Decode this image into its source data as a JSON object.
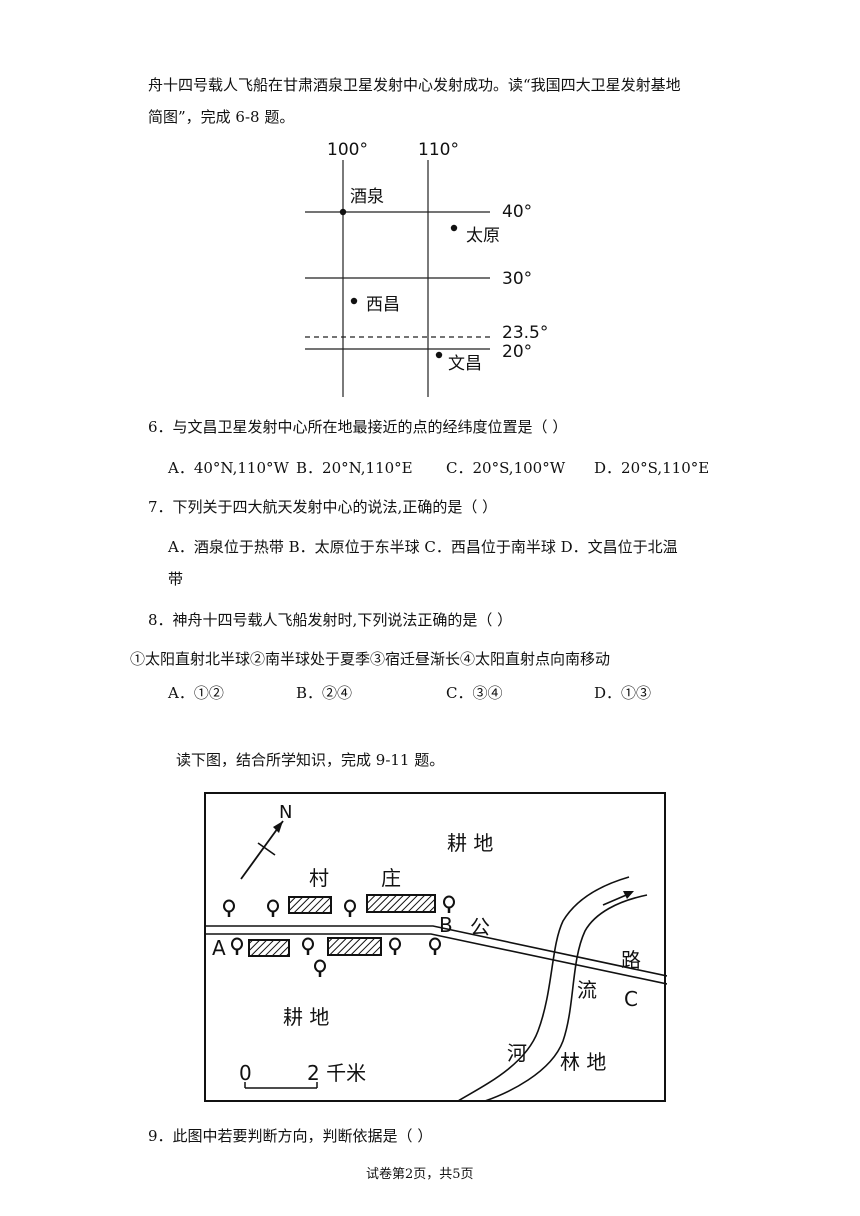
{
  "intro": {
    "line1": "舟十四号载人飞船在甘肃酒泉卫星发射中心发射成功。读“我国四大卫星发射基地",
    "line2": "简图”，完成 6-8 题。"
  },
  "map1": {
    "lon_labels": [
      "100°",
      "110°"
    ],
    "lat_labels": [
      "40°",
      "30°",
      "23.5°",
      "20°"
    ],
    "cities": [
      "酒泉",
      "太原",
      "西昌",
      "文昌"
    ]
  },
  "q6": {
    "stem": "6．与文昌卫星发射中心所在地最接近的点的经纬度位置是（    ）",
    "options": [
      "A．40°N,110°W",
      "B．20°N,110°E",
      "C．20°S,100°W",
      "D．20°S,110°E"
    ]
  },
  "q7": {
    "stem": "7．下列关于四大航天发射中心的说法,正确的是（    ）",
    "options_line": "A．酒泉位于热带 B．太原位于东半球  C．西昌位于南半球  D．文昌位于北温",
    "options_cont": "带"
  },
  "q8": {
    "stem": "8．神舟十四号载人飞船发射时,下列说法正确的是（    ）",
    "statements": "①太阳直射北半球②南半球处于夏季③宿迁昼渐长④太阳直射点向南移动",
    "options": [
      "A．①②",
      "B．②④",
      "C．③④",
      "D．①③"
    ]
  },
  "section2": {
    "intro": "读下图，结合所学知识，完成 9-11 题。"
  },
  "map2": {
    "north": "N",
    "labels": {
      "farmland_top": "耕 地",
      "village_1": "村",
      "village_2": "庄",
      "point_a": "A",
      "point_b": "B",
      "point_c": "C",
      "road_1": "公",
      "road_2": "路",
      "river_1": "流",
      "river_2": "河",
      "farmland_bottom": "耕 地",
      "forest": "林 地"
    },
    "scale": {
      "zero": "0",
      "value": "2 千米"
    }
  },
  "q9": {
    "stem": "9．此图中若要判断方向，判断依据是（    ）"
  },
  "footer": {
    "text": "试卷第2页，共5页"
  }
}
